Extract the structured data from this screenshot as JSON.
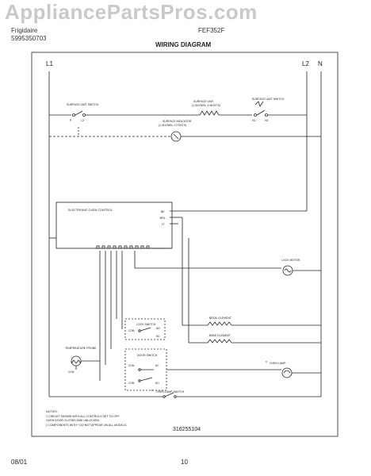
{
  "watermark": "AppliancePartsPros.com",
  "header": {
    "brand": "Frigidaire",
    "doc_number": "5995350703",
    "model": "FEF352F",
    "title": "WIRING DIAGRAM"
  },
  "lines": {
    "l1": "L1",
    "l2": "L2",
    "n": "N"
  },
  "components": {
    "surface_unit_switch_left": "SURFACE UNIT SWITCH",
    "surface_unit_right": "SURFACE UNIT",
    "surface_unit_right_sub": "(1 SHOWN, 4 MOSTS)",
    "surface_unit_switch_right": "SURFACE UNIT SWITCH",
    "surface_indicator": "SURFACE INDICATOR",
    "surface_indicator_sub": "(1 SHOWN, 2 POSTS)",
    "oven_control": "ELECTRONIC OVEN CONTROL",
    "bk": "BK",
    "brl": "BRL",
    "lt": "LT",
    "lock_motor": "LOCK MOTOR",
    "lock_switch": "LOCK SWITCH",
    "broil_element": "BROIL ELEMENT",
    "bake_element": "BAKE ELEMENT",
    "temperature_probe": "TEMPERATURE PROBE",
    "door_switch": "DOOR SWITCH",
    "oven_lamp": "OVEN LAMP",
    "oven_lamp_switch": "OVEN LAMP SWITCH",
    "com": "COM",
    "nc": "NC",
    "no": "NO",
    "h1": "H1",
    "h2": "H2",
    "l2_small": "L2",
    "p": "P",
    "star": "*"
  },
  "notes": {
    "heading": "NOTES:",
    "n1": "1   CIRCUIT SHOWN WITH ALL CONTROLS SET TO OFF.",
    "n1b": "     OVEN DOOR CLOSED AND UNLOCKED.",
    "n2": "2   COMPONENTS WITH * DO NOT APPEAR ON ALL MODELS."
  },
  "part_number": "316255104",
  "footer": {
    "date": "08/01",
    "page": "10"
  }
}
